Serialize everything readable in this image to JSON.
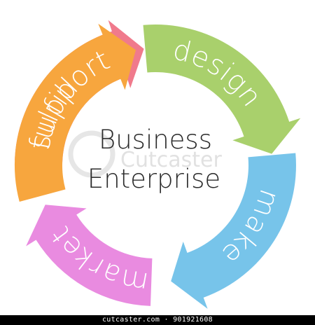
{
  "diagram": {
    "center": {
      "line1": "Business",
      "line2": "Enterprise"
    },
    "segments": [
      {
        "label": "support",
        "color": "#f07a8c"
      },
      {
        "label": "design",
        "color": "#a9d06c"
      },
      {
        "label": "make",
        "color": "#77c4ea"
      },
      {
        "label": "market",
        "color": "#e98be0"
      },
      {
        "label": "fulfill",
        "color": "#f7a63e"
      }
    ],
    "watermark": "Cutcaster"
  },
  "footer": {
    "text": "cutcaster.com · 901921608"
  }
}
